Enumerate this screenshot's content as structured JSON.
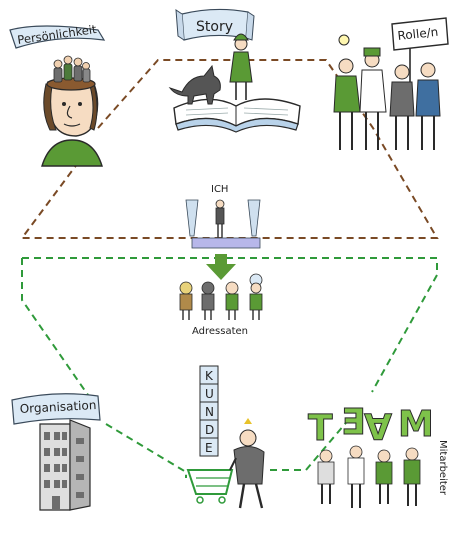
{
  "labels": {
    "personality": "Persönlichkeit",
    "story": "Story",
    "role": "Rolle/n",
    "self": "ICH",
    "addressees": "Adressaten",
    "organisation": "Organisation",
    "customer": [
      "K",
      "U",
      "N",
      "D",
      "E"
    ],
    "team_letters": [
      "T",
      "E",
      "A",
      "M"
    ],
    "employees": "Mitarbeiter"
  },
  "colors": {
    "brown_dash": "#7a4a25",
    "green_dash": "#2f9a3a",
    "accent_green": "#5a9a35",
    "banner_blue": "#dbe9f5",
    "banner_stroke": "#3a4a5a",
    "ink": "#2a2a2a"
  }
}
